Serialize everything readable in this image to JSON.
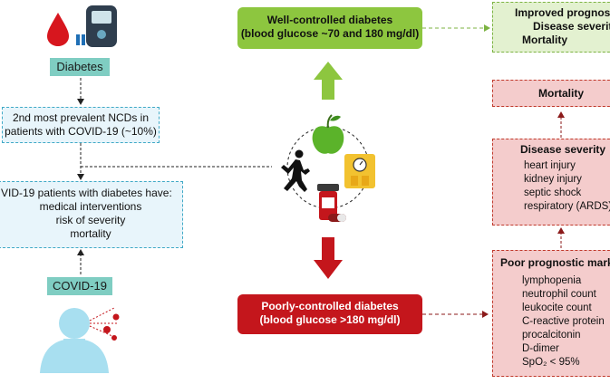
{
  "diabetes_label": "Diabetes",
  "covid_label": "COVID-19",
  "ncd_box": [
    "2nd most prevalent NCDs in",
    "patients with COVID-19 (~10%)"
  ],
  "patients_box": {
    "title": "VID-19 patients with diabetes have:",
    "items": [
      "medical interventions",
      "risk of severity",
      "mortality"
    ]
  },
  "well_controlled": [
    "Well-controlled diabetes",
    "(blood glucose ~70 and 180 mg/dl)"
  ],
  "poorly_controlled": [
    "Poorly-controlled diabetes",
    "(blood glucose >180 mg/dl)"
  ],
  "improved_box": {
    "title": "Improved prognostic",
    "items": [
      "Disease severity",
      "Mortality"
    ]
  },
  "mortality_box": {
    "title": "Mortality"
  },
  "severity_box": {
    "title": "Disease severity",
    "items": [
      "heart injury",
      "kidney injury",
      "septic shock",
      "respiratory (ARDS)"
    ]
  },
  "markers_box": {
    "title": "Poor prognostic marke",
    "items": [
      "lymphopenia",
      "neutrophil count",
      "leukocite count",
      "C-reactive protein",
      "procalcitonin",
      "D-dimer",
      "SpO₂ < 95%"
    ]
  },
  "colors": {
    "green": "#8dc63f",
    "red": "#c4161c",
    "teal": "#7fcdc2",
    "cyan_border": "#3fa9c6"
  },
  "icons": [
    "blood-drop-icon",
    "glucometer-icon",
    "runner-icon",
    "apple-icon",
    "scale-icon",
    "medicine-bottle-icon",
    "sneezing-person-icon",
    "virus-icon"
  ]
}
